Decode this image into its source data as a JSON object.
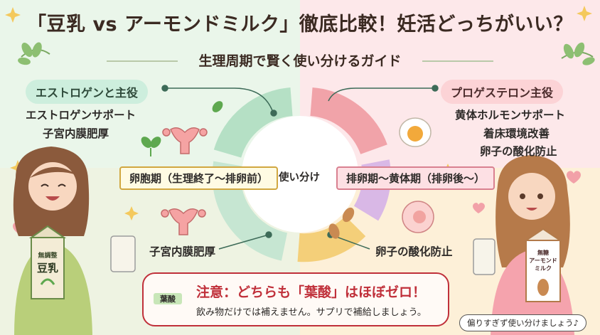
{
  "header": {
    "title": "「豆乳 vs アーモンドミルク」徹底比較！妊活どっちがいい？",
    "subtitle": "生理周期で賢く使い分けるガイド"
  },
  "left_panel": {
    "pill": "エストロゲンと主役",
    "lines": [
      "エストロゲンサポート",
      "子宮内膜肥厚"
    ],
    "phase_label": "卵胞期（生理終了〜排卵前）",
    "bottom_label": "子宮内膜肥厚",
    "carton_lines": [
      "無調整",
      "豆乳"
    ]
  },
  "right_panel": {
    "pill": "プロゲステロン主役",
    "lines": [
      "黄体ホルモンサポート",
      "着床環境改善",
      "卵子の酸化防止"
    ],
    "phase_label": "排卵期〜黄体期（排卵後〜）",
    "bottom_label": "卵子の酸化防止",
    "carton_lines": [
      "無糖",
      "アーモンド",
      "ミルク"
    ]
  },
  "center": {
    "label": "使い分け"
  },
  "warning": {
    "icon_text": "葉酸",
    "title": "注意：どちらも「葉酸」はほぼゼロ！",
    "subtitle": "飲み物だけでは補えません。サプリで補給しましょう。"
  },
  "speech_bubble": "偏りすぎず使い分けましょう♪",
  "colors": {
    "green_bg": "#eaf6ea",
    "pink_bg": "#fde8ea",
    "warning_red": "#c0303a",
    "cycle_green": "#b5e0c5",
    "cycle_pink": "#f1a3a9",
    "cycle_yellow": "#f4cf79",
    "cycle_purple": "#d9b8e6"
  }
}
